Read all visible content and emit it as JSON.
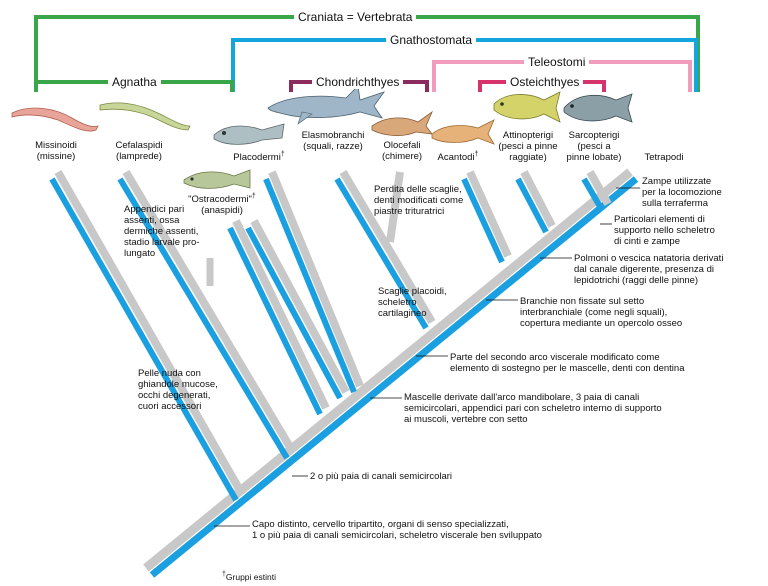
{
  "colors": {
    "craniata": "#3aa64a",
    "gnathostomata": "#12a5de",
    "teleostomi": "#f29cbd",
    "osteichthyes": "#d6336a",
    "chondrichthyes": "#8a2c5e",
    "agnatha": "#3aa64a",
    "branch_blue": "#1aa0e0",
    "branch_gray": "#c8c8c8"
  },
  "groups": {
    "craniata": "Craniata = Vertebrata",
    "gnathostomata": "Gnathostomata",
    "teleostomi": "Teleostomi",
    "agnatha": "Agnatha",
    "chondrichthyes": "Chondrichthyes",
    "osteichthyes": "Osteichthyes"
  },
  "taxa": {
    "missinoidi": [
      "Missinoidi",
      "(missine)"
    ],
    "cefalaspidi": [
      "Cefalaspidi",
      "(lamprede)"
    ],
    "ostracodermi": [
      "\"Ostracodermi\"",
      "(anaspidi)"
    ],
    "placodermi": [
      "Placodermi"
    ],
    "elasmobranchi": [
      "Elasmobranchi",
      "(squali, razze)"
    ],
    "olocefali": [
      "Olocefali",
      "(chimere)"
    ],
    "acantodi": [
      "Acantodi"
    ],
    "attinopterigi": [
      "Attinopterigi",
      "(pesci a pinne",
      "raggiate)"
    ],
    "sarcopterigi": [
      "Sarcopterigi",
      "(pesci a",
      "pinne lobate)"
    ],
    "tetrapodi": [
      "Tetrapodi"
    ]
  },
  "extinct_mark": "†",
  "notes": {
    "zampe": [
      "Zampe utilizzate",
      "per la locomozione",
      "sulla terraferma"
    ],
    "particolari": [
      "Particolari elementi di",
      "supporto nello scheletro",
      "di cinti e zampe"
    ],
    "polmoni": [
      "Polmoni o vescica natatoria derivati",
      "dal canale digerente, presenza di",
      "lepidotrichi (raggi delle pinne)"
    ],
    "branchie": [
      "Branchie non fissate sul setto",
      "interbranchiale (come negli squali),",
      "copertura mediante un opercolo osseo"
    ],
    "secondo_arco": [
      "Parte del secondo arco viscerale modificato come",
      "elemento di sostegno per le mascelle, denti con dentina"
    ],
    "mascelle": [
      "Mascelle derivate dall'arco mandibolare, 3 paia di canali",
      "semicircolari, appendici pari con scheletro interno di supporto",
      "ai muscoli, vertebre con setto"
    ],
    "due_paia": [
      "2 o più paia di canali semicircolari"
    ],
    "capo": [
      "Capo distinto, cervello tripartito, organi di senso specializzati,",
      "1 o più paia di canali semicircolari, scheletro viscerale ben sviluppato"
    ],
    "pelle": [
      "Pelle nuda con",
      "ghiandole mucose,",
      "occhi degenerati,",
      "cuori accessori"
    ],
    "appendici": [
      "Appendici pari",
      "assenti, ossa",
      "dermiche assenti,",
      "stadio larvale pro-",
      "lungato"
    ],
    "perdita": [
      "Perdita delle scaglie,",
      "denti modificati come",
      "piastre trituratrici"
    ],
    "scaglie": [
      "Scaglie placoidi,",
      "scheletro",
      "cartilagineo"
    ]
  },
  "footnote": "Gruppi estinti"
}
